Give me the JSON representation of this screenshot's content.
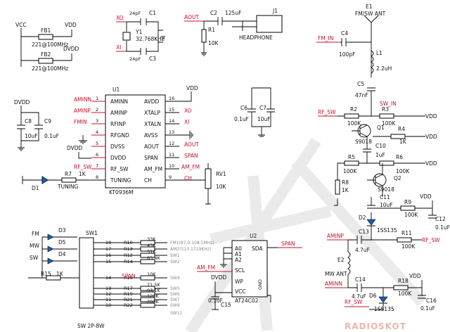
{
  "colors": {
    "wire": "#000000",
    "net": "#c8102e",
    "watermark": "#dddddd"
  },
  "power": {
    "vcc": "VCC",
    "vdd": "VDD",
    "dvdd": "DVDD"
  },
  "nets": {
    "xo": "XO",
    "xi": "XI",
    "aout": "AOUT",
    "amin_n": "AMINN",
    "amin_p": "AMINP",
    "fmin": "FMIN",
    "rf_sw": "RF_SW",
    "span": "SPAN",
    "am_fm": "AM_FM",
    "ch": "CH",
    "fm_in": "FM_IN",
    "sw_in": "SW_IN"
  },
  "fb": {
    "fb1": "FB1",
    "fb2": "FB2",
    "fb1_val": "221@100MHz",
    "fb2_val": "221@100MHz"
  },
  "crystal": {
    "ref": "Y1",
    "val": "32.768KHz",
    "c1": "C1",
    "c3": "C3",
    "c1_val": "24pF",
    "c3_val": "24pF"
  },
  "headphone": {
    "c2": "C2",
    "c2_val": "125uF",
    "r1": "R1",
    "r1_val": "10K",
    "j1": "J1",
    "label": "HEADPHONE"
  },
  "u1": {
    "ref": "U1",
    "part": "KT0936M",
    "left_pins": [
      {
        "num": "1",
        "name": "AMINN"
      },
      {
        "num": "2",
        "name": "AMINP"
      },
      {
        "num": "3",
        "name": "RFINP"
      },
      {
        "num": "4",
        "name": "RFGND"
      },
      {
        "num": "5",
        "name": "DVSS"
      },
      {
        "num": "6",
        "name": "DVDD"
      },
      {
        "num": "7",
        "name": "RF_SW"
      },
      {
        "num": "8",
        "name": "TUNING"
      }
    ],
    "right_pins": [
      {
        "num": "16",
        "name": "AVDD"
      },
      {
        "num": "15",
        "name": "XTALP"
      },
      {
        "num": "14",
        "name": "XTALN"
      },
      {
        "num": "13",
        "name": "AVSS"
      },
      {
        "num": "12",
        "name": "AOUT"
      },
      {
        "num": "11",
        "name": "SPAN"
      },
      {
        "num": "10",
        "name": "AM_FM"
      },
      {
        "num": "9",
        "name": "CH"
      }
    ]
  },
  "caps": {
    "c8": "C8",
    "c8_val": "10uF",
    "c9": "C9",
    "c9_val": "0.1uF",
    "c6": "C6",
    "c6_val": "0.1uF",
    "c7": "C7",
    "c7_val": "10uF"
  },
  "tuning": {
    "d1": "D1",
    "r7": "R7",
    "r7_val": "1K",
    "label": "TUNING"
  },
  "rv1": {
    "ref": "RV1",
    "val": "10K"
  },
  "switch": {
    "ref": "SW1",
    "part": "SW 2P-8W",
    "d3": "D3",
    "d5": "D5",
    "d4": "D4",
    "fm": "FM",
    "mw": "MW",
    "sw": "SW",
    "r15": "R15",
    "r15_val": "1K",
    "rows": [
      {
        "pin": "18",
        "ref": "R10",
        "val": "33K",
        "band": "FM1(87.0-108.5MHz)"
      },
      {
        "pin": "17",
        "ref": "R13",
        "val": "43K",
        "band": "AM2(513-1719KHz)"
      },
      {
        "pin": "16",
        "ref": "R12",
        "val": "51K",
        "band": "SW1"
      },
      {
        "pin": "15",
        "ref": "R14",
        "val": "63.4K",
        "band": "SW2"
      },
      {
        "pin": "14",
        "ref": "R16",
        "val": "10K",
        "band": "SW4"
      },
      {
        "pin": "13",
        "ref": "R17",
        "val": "71.5K",
        "band": "SW5"
      },
      {
        "pin": "12",
        "ref": "R19",
        "val": "93.1K",
        "band": "SW6"
      },
      {
        "pin": "11",
        "ref": "R21",
        "val": "120K",
        "band": "SW7"
      },
      {
        "pin": "10",
        "ref": "R22",
        "val": "200K",
        "band": "SW9"
      }
    ],
    "sw_last": "SW11",
    "span": "SPAN"
  },
  "u2": {
    "ref": "U2",
    "part": "AT24C02",
    "pins": [
      "A0",
      "A1",
      "A2",
      "SCL",
      "WP",
      "VCC",
      "SDA",
      "GND"
    ],
    "c15": "C15",
    "c15_val": "0.1uF"
  },
  "rf": {
    "e1": "E1",
    "e1_lbl": "FM/SW ANT",
    "c4": "C4",
    "c4_val": "100pF",
    "l1": "L1",
    "l1_val": "2.2uH",
    "c5": "C5",
    "c5_val": "47nF",
    "r2": "R2",
    "r2_val": "100K",
    "r3": "R3",
    "r3_val": "100K",
    "q1": "Q1",
    "q1_part": "S9018",
    "r4": "R4",
    "r4_val": "1K",
    "c10": "C10",
    "c10_val": "1uF",
    "r5": "R5",
    "r5_val": "100K",
    "r6": "R6",
    "r6_val": "100K",
    "r8": "R8",
    "r8_val": "1K",
    "q2": "Q2",
    "q2_part": "S9018",
    "c11": "C11",
    "c11_val": "10uF",
    "r9": "R9",
    "r9_val": "100K",
    "c12": "C12",
    "c12_val": "0.1uF",
    "d2": "D2",
    "d2_part": "1SS135",
    "c13": "C13",
    "c13_val": "4.7uF",
    "r11": "R11",
    "r11_val": "100K",
    "e2": "E2",
    "mw_ant": "MW ANT",
    "c14": "C14",
    "c14_val": "4.7uF",
    "r18": "R18",
    "r18_val": "100K",
    "c16": "C16",
    "c16_val": "0.1uF",
    "d6": "D6",
    "d6_part": "1SS135"
  },
  "watermark": "RADIOSKOT"
}
